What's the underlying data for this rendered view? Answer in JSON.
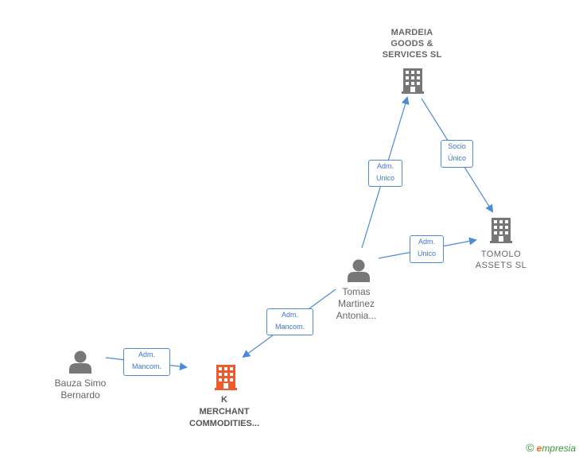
{
  "nodes": {
    "mardeia": {
      "lines": [
        "MARDEIA",
        "GOODS &",
        "SERVICES SL"
      ],
      "icon": "building-icon",
      "color": "#777777"
    },
    "tomolo": {
      "lines": [
        "TOMOLO",
        "ASSETS SL"
      ],
      "icon": "building-icon",
      "color": "#777777"
    },
    "tomas": {
      "lines": [
        "Tomas",
        "Martinez",
        "Antonia..."
      ],
      "icon": "person-icon",
      "color": "#777777"
    },
    "bauza": {
      "lines": [
        "Bauza Simo",
        "Bernardo"
      ],
      "icon": "person-icon",
      "color": "#777777"
    },
    "k_merchant": {
      "lines": [
        "K",
        "MERCHANT",
        "COMMODITIES..."
      ],
      "icon": "building-icon",
      "color": "#ee5a2a"
    }
  },
  "edges": {
    "tomas_mardeia": {
      "lines": [
        "Adm.",
        "Unico"
      ]
    },
    "mardeia_tomolo": {
      "lines": [
        "Socio",
        "Único"
      ]
    },
    "tomas_tomolo": {
      "lines": [
        "Adm.",
        "Unico"
      ]
    },
    "tomas_kmerchant": {
      "lines": [
        "Adm.",
        "Mancom."
      ]
    },
    "bauza_kmerchant": {
      "lines": [
        "Adm.",
        "Mancom."
      ]
    }
  },
  "footer": {
    "copyright_symbol": "©",
    "brand_first": "e",
    "brand_rest": "mpresia"
  },
  "colors": {
    "edge": "#4a8ad8",
    "node": "#777777",
    "highlight": "#ee5a2a"
  }
}
